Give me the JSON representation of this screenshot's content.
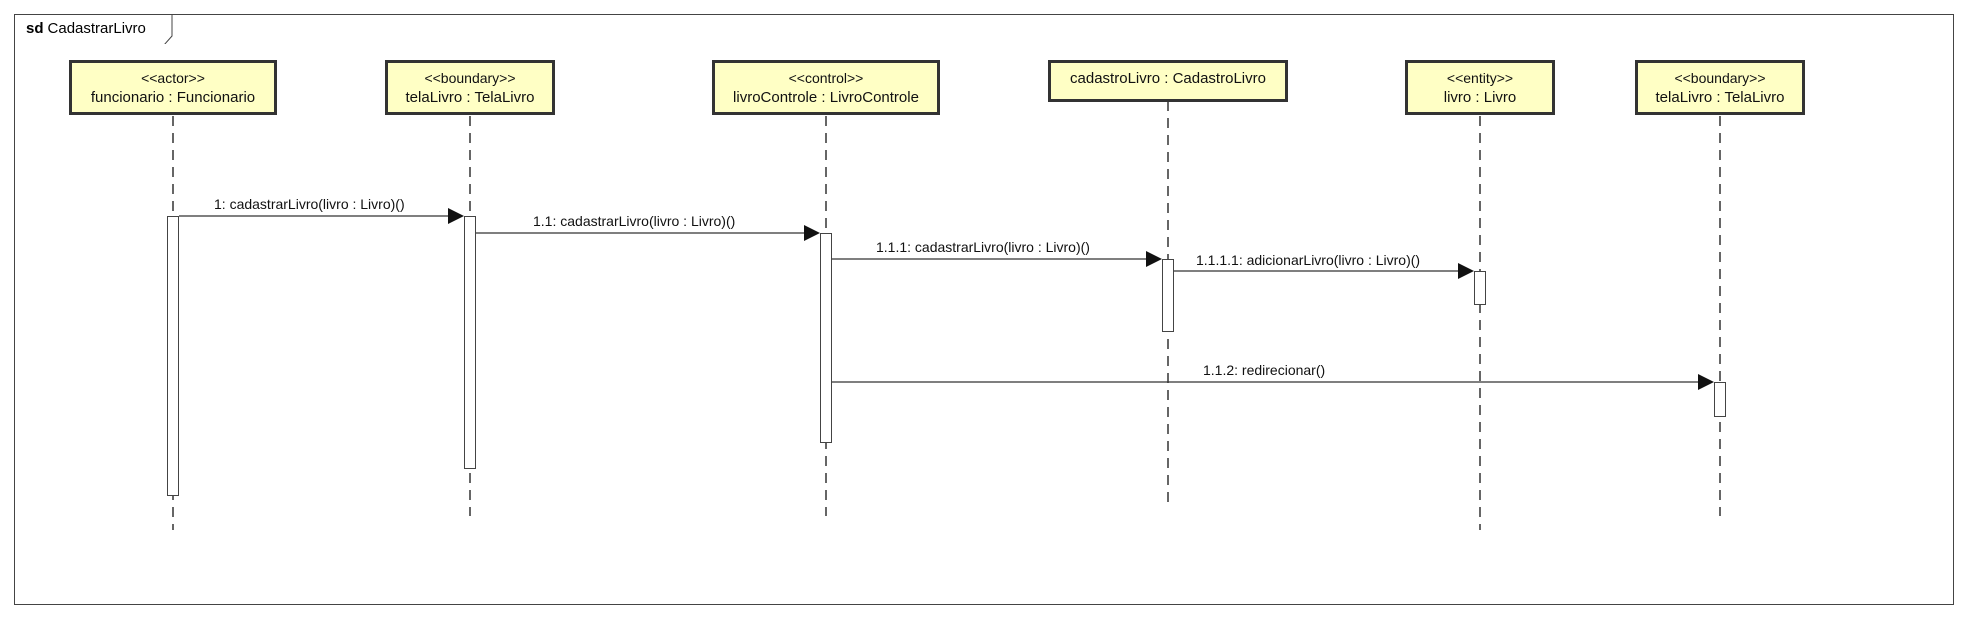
{
  "diagram": {
    "kind": "sd",
    "name": "CadastrarLivro"
  },
  "lifelines": [
    {
      "stereotype": "<<actor>>",
      "name": "funcionario : Funcionario"
    },
    {
      "stereotype": "<<boundary>>",
      "name": "telaLivro : TelaLivro"
    },
    {
      "stereotype": "<<control>>",
      "name": "livroControle : LivroControle"
    },
    {
      "stereotype": "",
      "name": "cadastroLivro : CadastroLivro"
    },
    {
      "stereotype": "<<entity>>",
      "name": "livro : Livro"
    },
    {
      "stereotype": "<<boundary>>",
      "name": "telaLivro : TelaLivro"
    }
  ],
  "messages": [
    {
      "from": 0,
      "to": 1,
      "label": "1: cadastrarLivro(livro : Livro)()"
    },
    {
      "from": 1,
      "to": 2,
      "label": "1.1: cadastrarLivro(livro : Livro)()"
    },
    {
      "from": 2,
      "to": 3,
      "label": "1.1.1: cadastrarLivro(livro : Livro)()"
    },
    {
      "from": 3,
      "to": 4,
      "label": "1.1.1.1: adicionarLivro(livro : Livro)()"
    },
    {
      "from": 2,
      "to": 5,
      "label": "1.1.2: redirecionar()"
    }
  ],
  "colors": {
    "lifeline_fill": "#ffffc5",
    "stroke": "#333333"
  }
}
